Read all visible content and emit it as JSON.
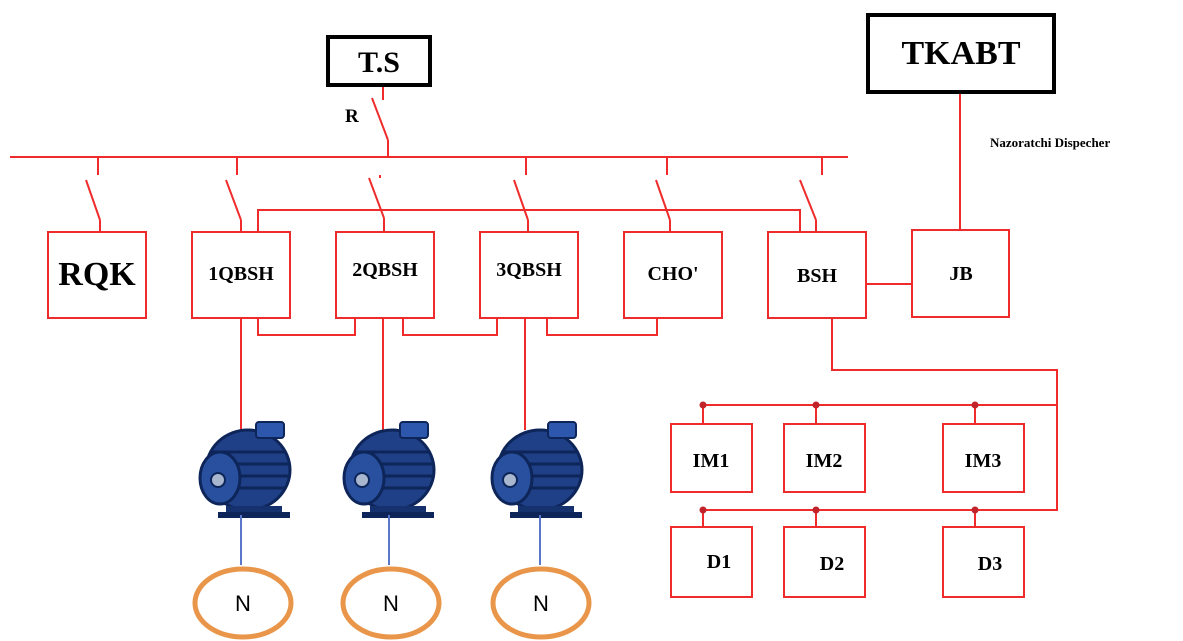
{
  "top_boxes": {
    "ts": "T.S",
    "tkabt": "TKABT"
  },
  "switch_label": "R",
  "dispatcher_label": "Nazoratchi Dispecher",
  "panels": [
    "RQK",
    "1QBSH",
    "2QBSH",
    "3QBSH",
    "CHO'",
    "BSH",
    "JB"
  ],
  "im_units": [
    "IM1",
    "IM2",
    "IM3"
  ],
  "d_units": [
    "D1",
    "D2",
    "D3"
  ],
  "loads": [
    "N",
    "N",
    "N"
  ],
  "colors": {
    "wire": "#ef2b2b",
    "box_border": "#ef2b2b",
    "top_box_border": "#000000",
    "motor": "#1f3f86",
    "load_ring": "#e9964a",
    "motor_link": "#5b77c9"
  },
  "motor_icon": "electric-motor-icon"
}
